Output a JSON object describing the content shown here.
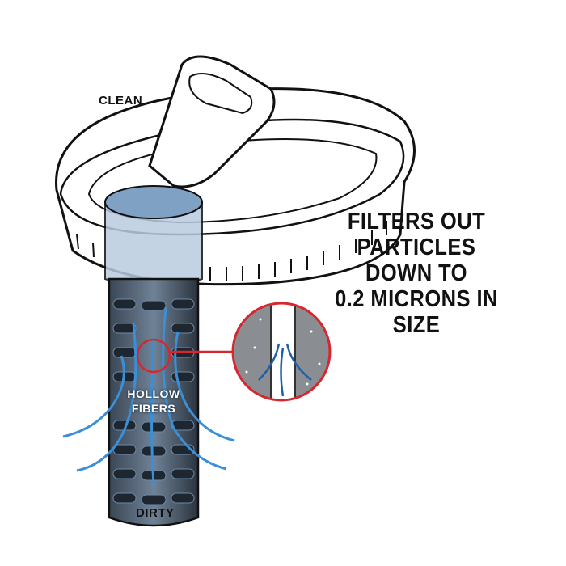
{
  "labels": {
    "clean": "CLEAN",
    "dirty": "DIRTY",
    "hollow_fibers_line1": "HOLLOW",
    "hollow_fibers_line2": "FIBERS"
  },
  "headline": {
    "line1": "FILTERS OUT",
    "line2": "PARTICLES DOWN TO",
    "line3": "0.2 MICRONS IN SIZE"
  },
  "colors": {
    "accent_red": "#d7262e",
    "water_blue": "#3a8fd6",
    "filter_dark": "#2b3440",
    "outline": "#111111"
  }
}
